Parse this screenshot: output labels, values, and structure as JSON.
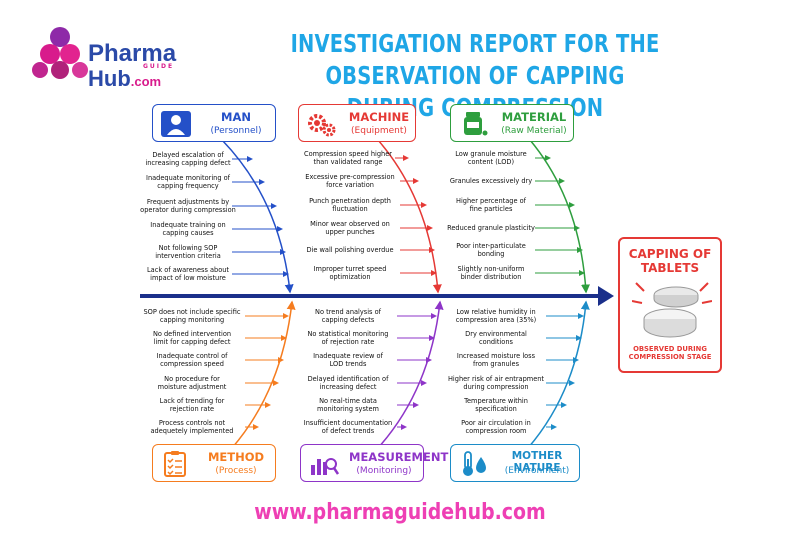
{
  "brand": {
    "line1": "Pharma",
    "guide": "GUIDE",
    "line2": "Hub",
    "domain": ".com"
  },
  "title": {
    "line1": "INVESTIGATION REPORT FOR THE OBSERVATION OF CAPPING",
    "line2": "DURING COMPRESSION"
  },
  "categories": {
    "man": {
      "name": "MAN",
      "sub": "(Personnel)",
      "color": "#2450c8",
      "icon": "person-icon"
    },
    "machine": {
      "name": "MACHINE",
      "sub": "(Equipment)",
      "color": "#e53935",
      "icon": "gears-icon"
    },
    "material": {
      "name": "MATERIAL",
      "sub": "(Raw Material)",
      "color": "#2e9e3e",
      "icon": "jar-icon"
    },
    "method": {
      "name": "METHOD",
      "sub": "(Process)",
      "color": "#f57c1f",
      "icon": "clipboard-icon"
    },
    "measurement": {
      "name": "MEASUREMENT",
      "sub": "(Monitoring)",
      "color": "#8e35c8",
      "icon": "chart-icon"
    },
    "nature": {
      "name": "MOTHER NATURE",
      "sub": "(Environment)",
      "color": "#1c8cc8",
      "icon": "thermometer-icon"
    }
  },
  "causes": {
    "man": [
      [
        "Delayed escalation of",
        "increasing capping defect"
      ],
      [
        "Inadequate monitoring of",
        "capping frequency"
      ],
      [
        "Frequent adjustments by",
        "operator during compression"
      ],
      [
        "Inadequate training on",
        "capping causes"
      ],
      [
        "Not following SOP",
        "intervention criteria"
      ],
      [
        "Lack of awareness about",
        "impact of low moisture"
      ]
    ],
    "machine": [
      [
        "Compression speed higher",
        "than validated range"
      ],
      [
        "Excessive pre-compression",
        "force variation"
      ],
      [
        "Punch penetration depth",
        "fluctuation"
      ],
      [
        "Minor wear observed on",
        "upper punches"
      ],
      [
        "Die wall polishing overdue",
        ""
      ],
      [
        "Improper turret speed",
        "optimization"
      ]
    ],
    "material": [
      [
        "Low granule moisture",
        "content (LOD)"
      ],
      [
        "Granules excessively dry",
        ""
      ],
      [
        "Higher percentage of",
        "fine particles"
      ],
      [
        "Reduced granule plasticity",
        ""
      ],
      [
        "Poor inter-particulate",
        "bonding"
      ],
      [
        "Slightly non-uniform",
        "binder distribution"
      ]
    ],
    "method": [
      [
        "SOP does not include specific",
        "capping monitoring"
      ],
      [
        "No defined intervention",
        "limit for capping defect"
      ],
      [
        "Inadequate control of",
        "compression speed"
      ],
      [
        "No procedure for",
        "moisture adjustment"
      ],
      [
        "Lack of trending for",
        "rejection rate"
      ],
      [
        "Process controls not",
        "adequetely implemented"
      ]
    ],
    "measurement": [
      [
        "No trend analysis of",
        "capping defects"
      ],
      [
        "No statistical monitoring",
        "of rejection rate"
      ],
      [
        "Inadequate review of",
        "LOD trends"
      ],
      [
        "Delayed identification of",
        "increasing defect"
      ],
      [
        "No real-time data",
        "monitoring system"
      ],
      [
        "Insufficient documentation",
        "of defect trends"
      ]
    ],
    "nature": [
      [
        "Low relative humidity in",
        "compression area (35%)"
      ],
      [
        "Dry environmental",
        "conditions"
      ],
      [
        "Increased moisture loss",
        "from granules"
      ],
      [
        "Higher risk of air entrapment",
        "during compression"
      ],
      [
        "Temperature within",
        "specification"
      ],
      [
        "Poor air circulation in",
        "compression room"
      ]
    ]
  },
  "effect": {
    "line1": "CAPPING OF",
    "line2": "TABLETS",
    "sub1": "OBSERVED DURING",
    "sub2": "COMPRESSION STAGE",
    "color": "#e53935"
  },
  "spine_color": "#1a2f8a",
  "website": "www.pharmaguidehub.com"
}
